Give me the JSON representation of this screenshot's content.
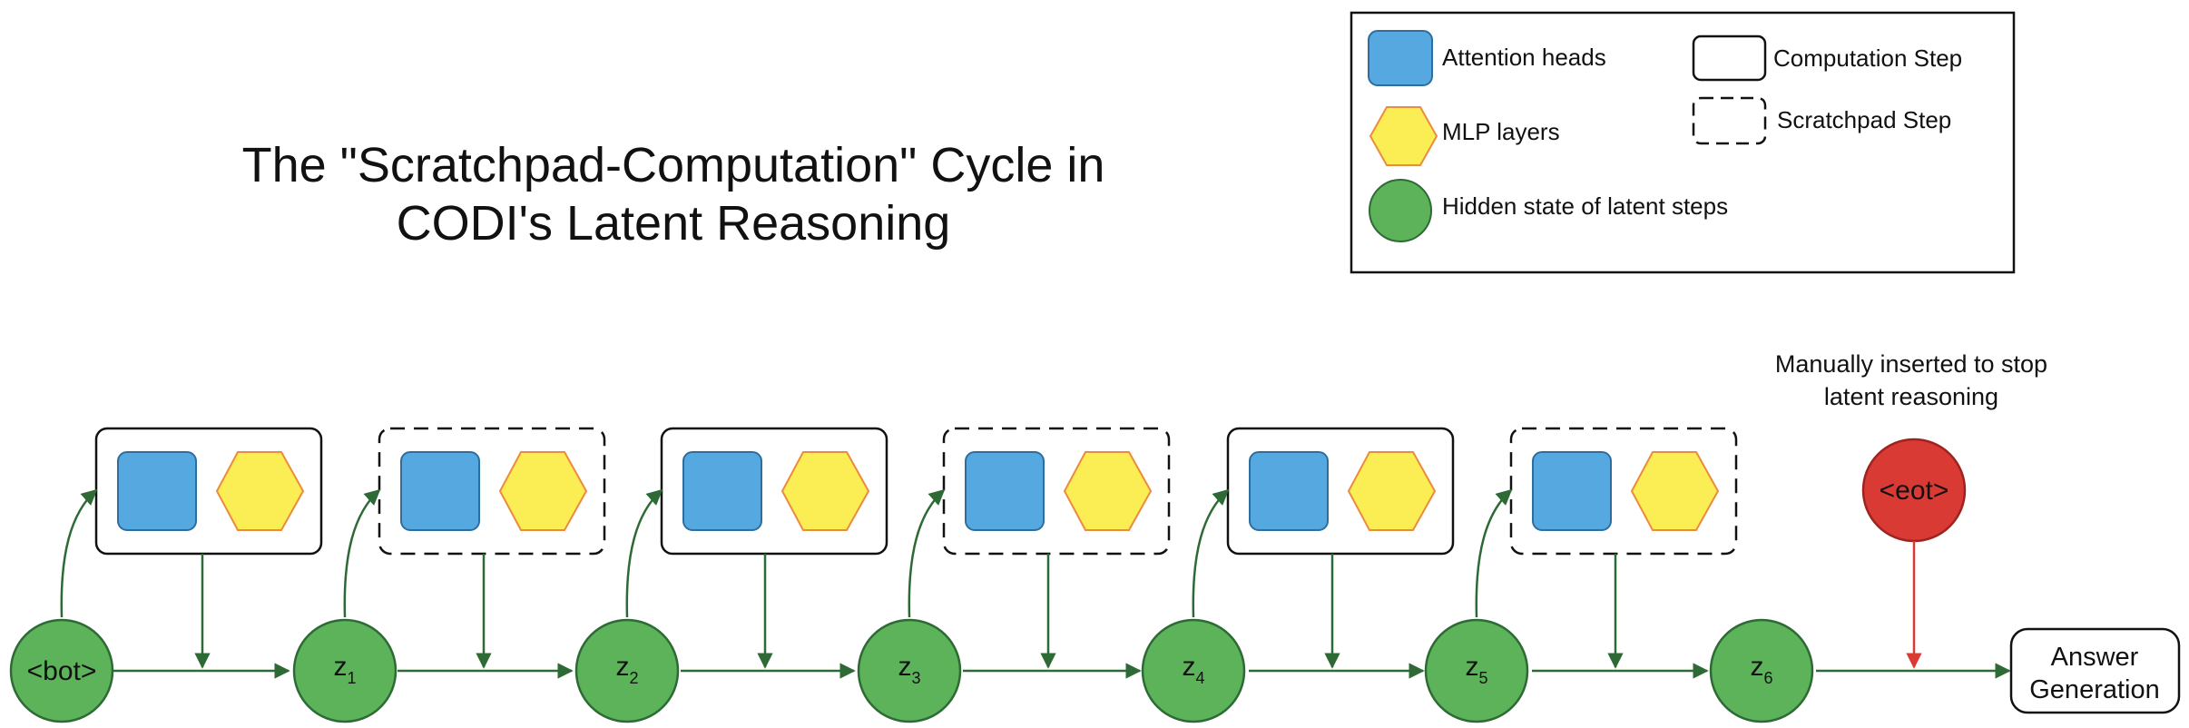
{
  "title": {
    "line1": "The \"Scratchpad-Computation\" Cycle in",
    "line2": "CODI's Latent Reasoning"
  },
  "legend": {
    "attention_heads": "Attention heads",
    "mlp_layers": "MLP layers",
    "hidden_state": "Hidden state of latent steps",
    "computation_step": "Computation Step",
    "scratchpad_step": "Scratchpad Step"
  },
  "nodes": {
    "bot": "<bot>",
    "z_letter": "z",
    "z1_sub": "1",
    "z2_sub": "2",
    "z3_sub": "3",
    "z4_sub": "4",
    "z5_sub": "5",
    "z6_sub": "6",
    "eot": "<eot>"
  },
  "steps": [
    "computation",
    "scratchpad",
    "computation",
    "scratchpad",
    "computation",
    "scratchpad"
  ],
  "note": {
    "line1": "Manually inserted to stop",
    "line2": "latent reasoning"
  },
  "answer": {
    "line1": "Answer",
    "line2": "Generation"
  },
  "colors": {
    "attention": "#55A8E0",
    "attention_stroke": "#2E6E9E",
    "mlp": "#FBEE55",
    "mlp_stroke": "#EC8B3C",
    "hidden": "#5CB35A",
    "hidden_stroke": "#2E6A35",
    "eot": "#D93A33",
    "eot_stroke": "#9E2420",
    "arrow": "#2E6A35",
    "eot_arrow": "#D93A33"
  }
}
